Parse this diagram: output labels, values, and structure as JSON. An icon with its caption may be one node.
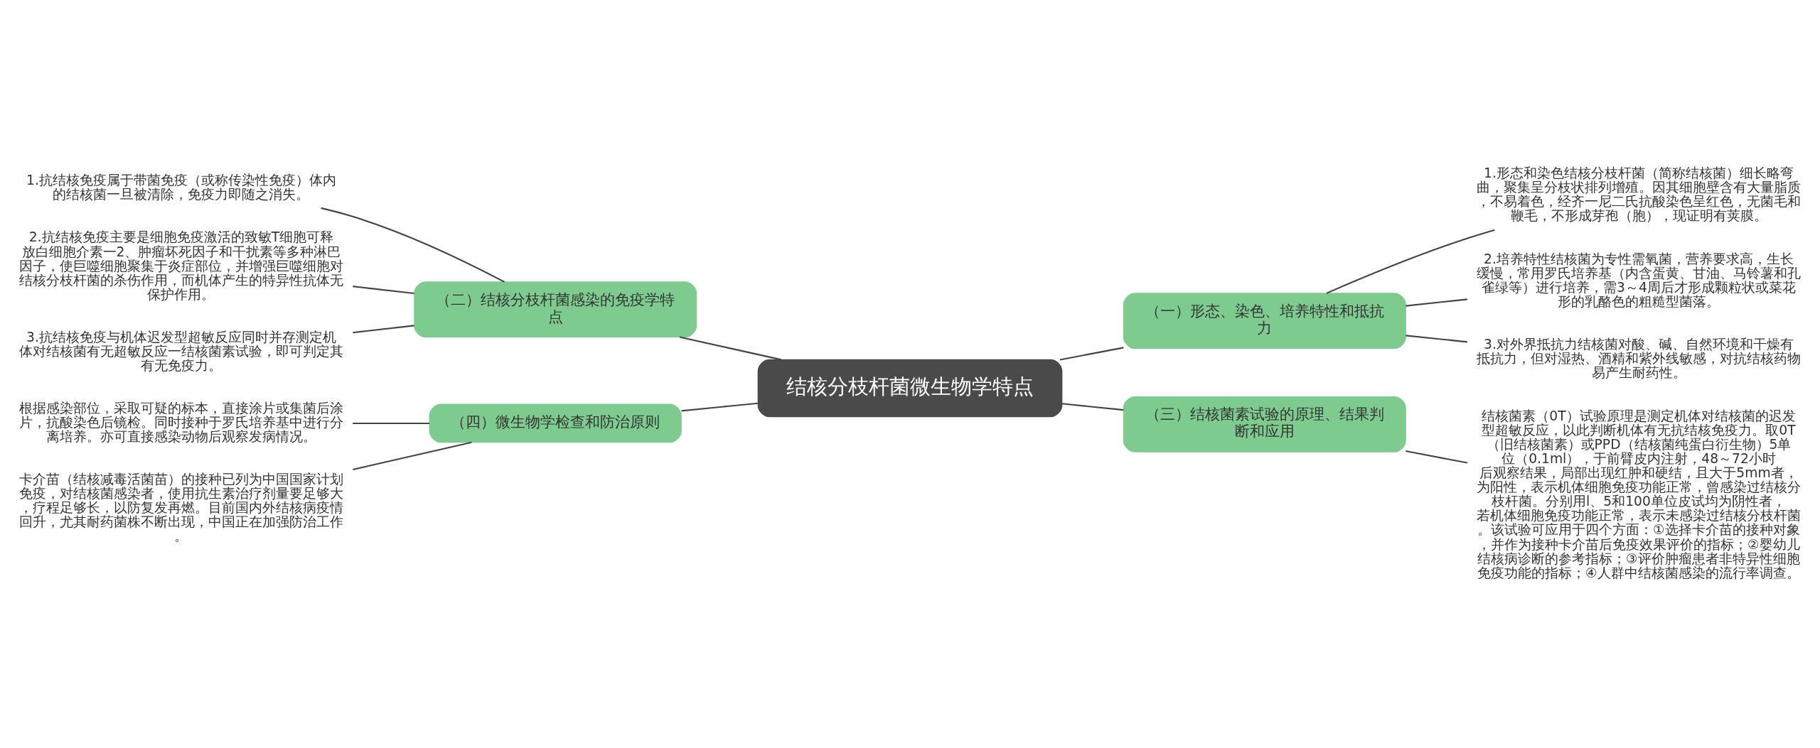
{
  "diagram": {
    "nodes": [
      {
        "text": [
          "结核分枝杆菌微生物学特点"
        ]
      },
      {
        "text": [
          "（一）形态、染色、培养特性和抵抗力"
        ]
      },
      {
        "text": [
          "1.形态和染色结核分枝杆菌（简称结核菌）细长略弯曲，聚集呈分枝状排列增殖。因其细胞壁含有大量脂质，不易着色，经齐一尼二氏抗酸染色呈红色，无菌毛和鞭毛，不形成芽孢（胞），现证明有荚膜。"
        ]
      },
      {
        "text": [
          "2.培养特性结核菌为专性需氧菌，营养要求高，生长缓慢，常用罗氏培养基（内含蛋黄、甘油、马铃薯和孔雀绿等）进行培养，需3～4周后才形成颗粒状或菜花形的乳酪色的粗糙型菌落。"
        ]
      },
      {
        "text": [
          "3.对外界抵抗力结核菌对酸、碱、自然环境和干燥有抵抗力，但对湿热、酒精和紫外线敏感，对抗结核药物易产生耐药性。"
        ]
      },
      {
        "text": [
          "（二）结核分枝杆菌感染的免疫学特点"
        ]
      },
      {
        "text": [
          "1.抗结核免疫属于带菌免疫（或称传染性免疫）体内的结核菌一旦被清除，免疫力即随之消失。"
        ]
      },
      {
        "text": [
          "2.抗结核免疫主要是细胞免疫激活的致敏T细胞可释放白细胞介素一2、肿瘤坏死因子和干扰素等多种淋巴因子，使巨噬细胞聚集于炎症部位，并增强巨噬细胞对结核分枝杆菌的杀伤作用，而机体产生的特异性抗体无保护作用。"
        ]
      },
      {
        "text": [
          "3.抗结核免疫与机体迟发型超敏反应同时并存测定机体对结核菌有无超敏反应一结核菌素试验，即可判定其有无免疫力。"
        ]
      },
      {
        "text": [
          "（三）结核菌素试验的原理、结果判断和应用"
        ]
      },
      {
        "text": [
          "结核菌素（0T）试验原理是测定机体对结核菌的迟发型超敏反应，以此判断机体有无抗结核免疫力。取0T（旧结核菌素）或PPD（结核菌纯蛋白衍生物）5单位（0.1ml），于前臂皮内注射，48～72小时后观察结果，局部出现红肿和硬结，且大于5mm者，为阳性，表示机体细胞免疫功能正常，曾感染过结核分枝杆菌。分别用l、5和100单位皮试均为阴性者，若机体细胞免疫功能正常，表示未感染过结核分枝杆菌。该试验可应用于四个方面：①选择卡介苗的接种对象，并作为接种卡介苗后免疫效果评价的指标；②婴幼儿结核病诊断的参考指标；③评价肿瘤患者非特异性细胞免疫功能的指标；④人群中结核菌感染的流行率调查。"
        ]
      },
      {
        "text": [
          "（四）微生物学检查和防治原则"
        ]
      },
      {
        "text": [
          "根据感染部位，采取可疑的标本，直接涂片或集菌后涂片，抗酸染色后镜检。同时接种于罗氏培养基中进行分离培养。亦可直接感染动物后观察发病情况。"
        ]
      },
      {
        "text": [
          "卡介苗（结核减毒活菌苗）的接种已列为中国国家计划免疫，对结核菌感染者，使用抗生素治疗剂量要足够大，疗程足够长，以防复发再燃。目前国内外结核病疫情回升，尤其耐药菌株不断出现，中国正在加强防治工作。"
        ]
      }
    ],
    "edges": [
      {
        "from": 0,
        "to": 1,
        "arrow": "none"
      },
      {
        "from": 0,
        "to": 5,
        "arrow": "none"
      },
      {
        "from": 0,
        "to": 9,
        "arrow": "none"
      },
      {
        "from": 0,
        "to": 11,
        "arrow": "none"
      },
      {
        "from": 1,
        "to": 2,
        "arrow": "none"
      },
      {
        "from": 1,
        "to": 3,
        "arrow": "none"
      },
      {
        "from": 1,
        "to": 4,
        "arrow": "none"
      },
      {
        "from": 5,
        "to": 6,
        "arrow": "none"
      },
      {
        "from": 5,
        "to": 7,
        "arrow": "none"
      },
      {
        "from": 5,
        "to": 8,
        "arrow": "none"
      },
      {
        "from": 9,
        "to": 10,
        "arrow": "none"
      },
      {
        "from": 11,
        "to": 12,
        "arrow": "none"
      },
      {
        "from": 11,
        "to": 13,
        "arrow": "none"
      }
    ]
  }
}
